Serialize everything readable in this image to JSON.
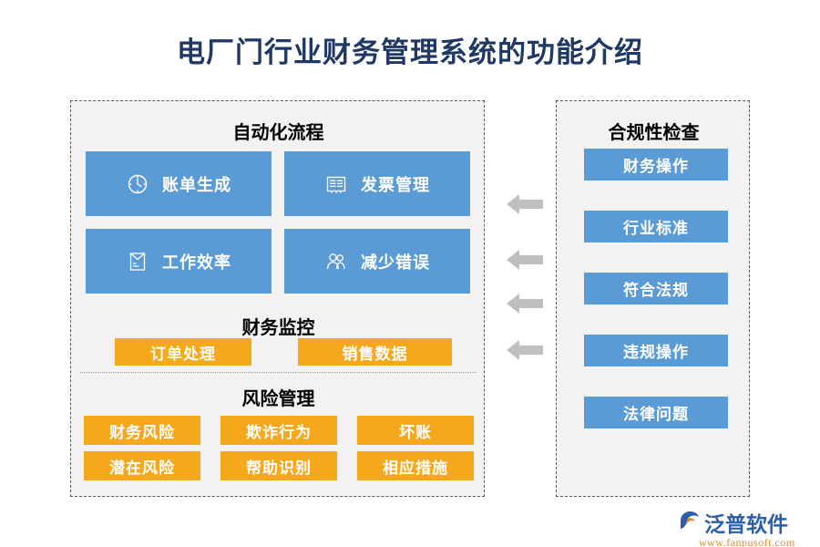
{
  "title": "电厂门行业财务管理系统的功能介绍",
  "colors": {
    "title": "#1f3864",
    "blue": "#5b9bd5",
    "orange": "#f5a81c",
    "panel_bg": "#f2f2f2",
    "panel_border": "#595959",
    "arrow": "#bfbfbf"
  },
  "left_panel": {
    "automation": {
      "title": "自动化流程",
      "cards": [
        {
          "label": "账单生成",
          "icon": "clock-icon"
        },
        {
          "label": "发票管理",
          "icon": "invoice-icon"
        },
        {
          "label": "工作效率",
          "icon": "document-icon"
        },
        {
          "label": "减少错误",
          "icon": "users-icon"
        }
      ]
    },
    "monitoring": {
      "title": "财务监控",
      "chips": [
        "订单处理",
        "销售数据"
      ]
    },
    "risk": {
      "title": "风险管理",
      "chips": [
        "财务风险",
        "欺诈行为",
        "坏账",
        "潜在风险",
        "帮助识别",
        "相应措施"
      ]
    }
  },
  "right_panel": {
    "title": "合规性检查",
    "items": [
      "财务操作",
      "行业标准",
      "符合法规",
      "违规操作",
      "法律问题"
    ]
  },
  "arrows": {
    "count": 4,
    "direction": "left",
    "icon": "arrow-left-icon"
  },
  "logo": {
    "name": "泛普软件",
    "url": "www.fanpusoft.com",
    "icon": "fanpu-swoosh-icon"
  }
}
